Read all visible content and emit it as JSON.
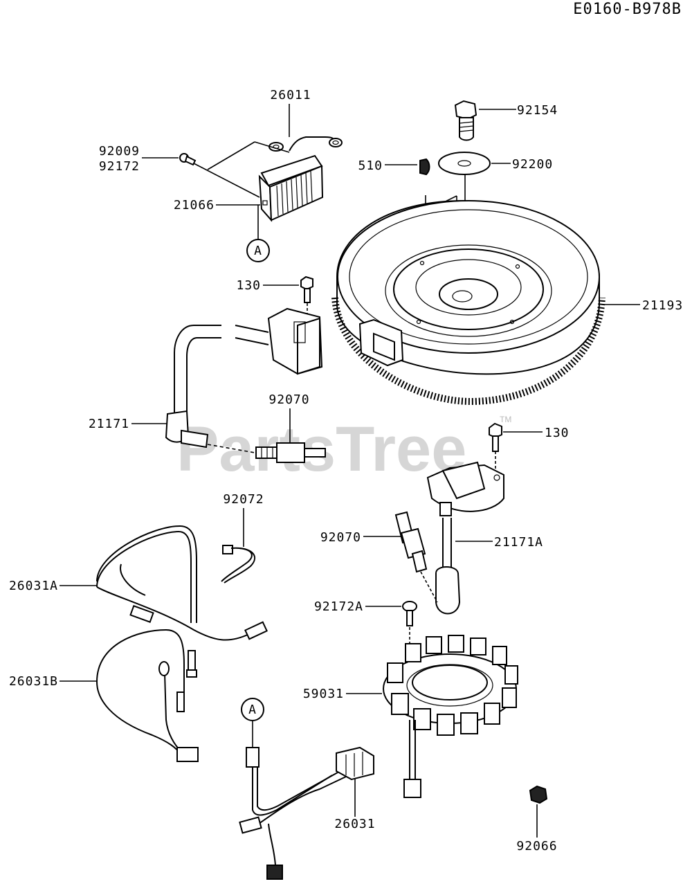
{
  "diagram_code": "E0160-B978B",
  "watermark": "PartsTree",
  "watermark_tm": "TM",
  "callout_a": "A",
  "labels": {
    "p26011": "26011",
    "p92009": "92009",
    "p92172": "92172",
    "p21066": "21066",
    "p92154": "92154",
    "p92200": "92200",
    "p510": "510",
    "p130_top": "130",
    "p21193": "21193",
    "p92070_top": "92070",
    "p21171": "21171",
    "p130_mid": "130",
    "p92072": "92072",
    "p92070_mid": "92070",
    "p21171A": "21171A",
    "p26031A": "26031A",
    "p92172A": "92172A",
    "p26031B": "26031B",
    "p59031": "59031",
    "p26031": "26031",
    "p92066": "92066"
  }
}
